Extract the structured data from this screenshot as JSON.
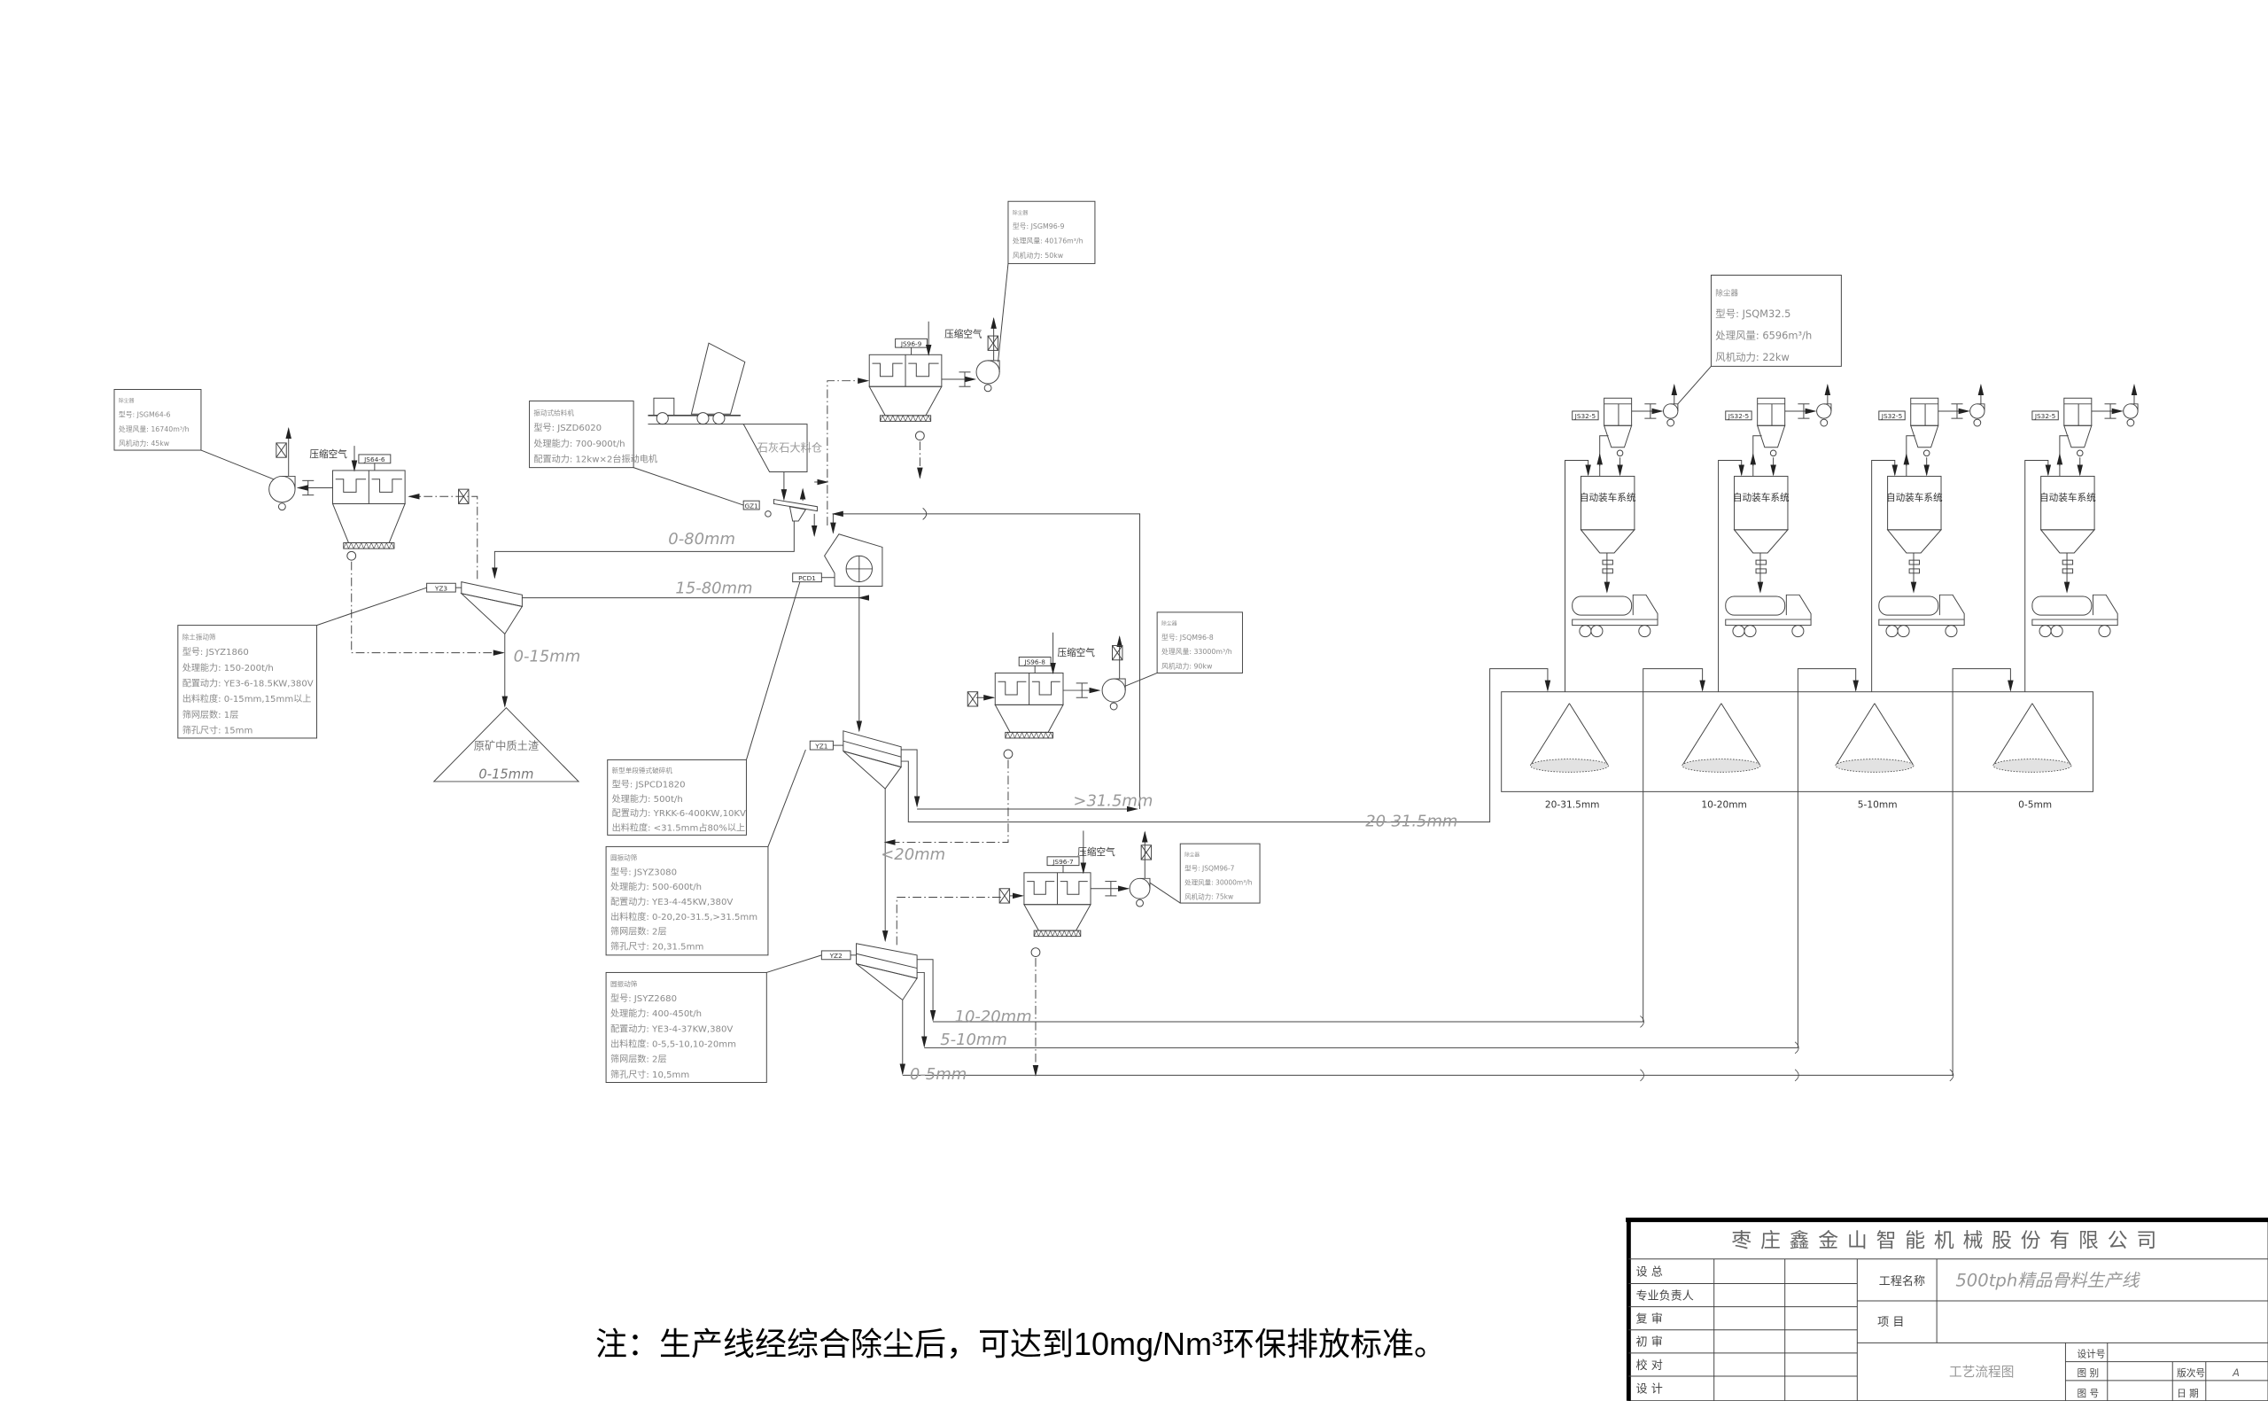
{
  "note": "注：生产线经综合除尘后，可达到10mg/Nm³环保排放标准。",
  "compressed_air": "压缩空气",
  "info_boxes": {
    "dc_64_6": [
      "除尘器",
      "型号: JSGM64-6",
      "处理风量: 16740m³/h",
      "风机动力: 45kw"
    ],
    "dc_96_9": [
      "除尘器",
      "型号: JSGM96-9",
      "处理风量: 40176m³/h",
      "风机动力: 50kw"
    ],
    "dc_96_8": [
      "除尘器",
      "型号: JSQM96-8",
      "处理风量: 33000m³/h",
      "风机动力: 90kw"
    ],
    "dc_96_7": [
      "除尘器",
      "型号: JSQM96-7",
      "处理风量: 30000m³/h",
      "风机动力: 75kw"
    ],
    "dc_32_5": [
      "除尘器",
      "型号: JSQM32.5",
      "处理风量: 6596m³/h",
      "风机动力: 22kw"
    ],
    "feeder": [
      "振动式给料机",
      "型号: JSZD6020",
      "处理能力: 700-900t/h",
      "配置动力: 12kw×2台振动电机"
    ],
    "screen_yz3": [
      "除土振动筛",
      "型号: JSYZ1860",
      "处理能力: 150-200t/h",
      "配置动力: YE3-6-18.5KW,380V",
      "出料粒度: 0-15mm,15mm以上",
      "筛网层数: 1层",
      "筛孔尺寸: 15mm"
    ],
    "crusher": [
      "新型单段锤式破碎机",
      "型号: JSPCD1820",
      "处理能力: 500t/h",
      "配置动力: YRKK-6-400KW,10KV",
      "出料粒度: <31.5mm占80%以上"
    ],
    "screen_yz1": [
      "圆振动筛",
      "型号: JSYZ3080",
      "处理能力: 500-600t/h",
      "配置动力: YE3-4-45KW,380V",
      "出料粒度: 0-20,20-31.5,>31.5mm",
      "筛网层数: 2层",
      "筛孔尺寸: 20,31.5mm"
    ],
    "screen_yz2": [
      "圆振动筛",
      "型号: JSYZ2680",
      "处理能力: 400-450t/h",
      "配置动力: YE3-4-37KW,380V",
      "出料粒度: 0-5,5-10,10-20mm",
      "筛网层数: 2层",
      "筛孔尺寸: 10,5mm"
    ]
  },
  "tags": {
    "js64_6": "JS64-6",
    "js96_9": "JS96-9",
    "js96_8": "JS96-8",
    "js96_7": "JS96-7",
    "js32_5": "JS32-5",
    "gz1": "GZ1",
    "yz3": "YZ3",
    "pcd1": "PCD1",
    "yz1": "YZ1",
    "yz2": "YZ2"
  },
  "labels": {
    "hopper": "石灰石大料仓",
    "pile": "原矿中质土渣",
    "pile_size": "0-15mm",
    "flow_0_80": "0-80mm",
    "flow_15_80": "15-80mm",
    "flow_0_15": "0-15mm",
    "flow_gt31_5": ">31.5mm",
    "flow_lt20": "<20mm",
    "flow_20_31_5": "20-31.5mm",
    "flow_10_20": "10-20mm",
    "flow_5_10": "5-10mm",
    "flow_0_5": "0-5mm"
  },
  "loading_system_label": "自动装车系统",
  "stockpiles": [
    "20-31.5mm",
    "10-20mm",
    "5-10mm",
    "0-5mm"
  ],
  "title_block": {
    "company": "枣庄鑫金山智能机械股份有限公司",
    "roles": [
      "设 总",
      "专业负责人",
      "复 审",
      "初 审",
      "校 对",
      "设 计"
    ],
    "project_name_label": "工程名称",
    "project_name": "500tph精品骨料生产线",
    "item_label": "项 目",
    "drawing_title": "工艺流程图",
    "design_no_label": "设计号",
    "drawing_type_label": "图 别",
    "drawing_no_label": "图 号",
    "revision_label": "版次号",
    "revision": "A",
    "date_label": "日 期"
  },
  "colors": {
    "line": "#444444",
    "info_text": "#8a8a8a",
    "title_border": "#000000"
  }
}
